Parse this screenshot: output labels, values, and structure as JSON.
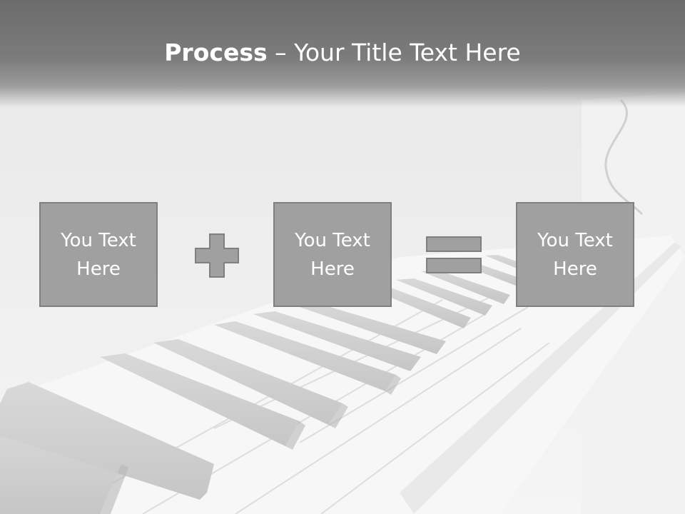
{
  "slide": {
    "title_bold": "Process",
    "title_rest": " – Your Title Text Here",
    "boxes": [
      {
        "label": "You Text Here"
      },
      {
        "label": "You Text Here"
      },
      {
        "label": "You Text Here"
      }
    ],
    "operators": [
      "plus-icon",
      "equals-icon"
    ]
  },
  "colors": {
    "header": "#6c6c6c",
    "box_fill": "#a0a0a0",
    "box_border": "#808080",
    "text": "#ffffff"
  }
}
